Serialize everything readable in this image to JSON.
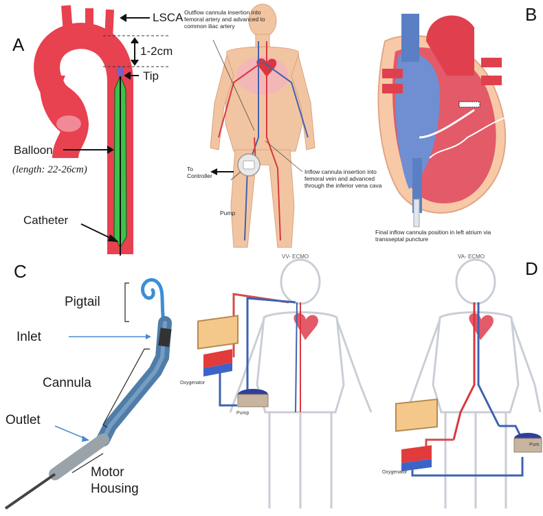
{
  "panels": {
    "a": {
      "letter": "A",
      "lsca": "LSCA",
      "distance": "1-2cm",
      "tip": "Tip",
      "balloon": "Balloon",
      "balloon_length": "(length: 22-26cm)",
      "catheter": "Catheter"
    },
    "b": {
      "letter": "B",
      "outflow_note": "Outflow cannula insertion into femoral artery and advanced to common iliac artery",
      "to_controller": "To Controller",
      "pump": "Pump",
      "inflow_note": "Inflow cannula insertion into femoral vein and advanced through the inferior vena cava",
      "final_position": "Final inflow cannula position in left atrium via transseptal puncture"
    },
    "c": {
      "letter": "C",
      "pigtail": "Pigtail",
      "inlet": "Inlet",
      "cannula": "Cannula",
      "outlet": "Outlet",
      "motor_housing": "Motor Housing"
    },
    "d": {
      "letter": "D",
      "vv_title": "VV- ECMO",
      "va_title": "VA- ECMO",
      "vv_oxygenator": "Oxygenator",
      "vv_pump": "Pump",
      "va_pump": "Pum",
      "va_oxygenator": "Oxygenator"
    }
  },
  "colors": {
    "aorta_red": "#e8414f",
    "balloon_green": "#3cc24a",
    "artery_red": "#d9363e",
    "vein_blue": "#3e62b0",
    "heart_blue": "#6f8fd2",
    "skin": "#f2c5a2",
    "body_outline": "#c9ced6",
    "cannula_blue": "#4f7da8"
  },
  "icons": [
    "arrow-icon",
    "bracket-icon",
    "pump-icon",
    "oxygenator-icon"
  ]
}
